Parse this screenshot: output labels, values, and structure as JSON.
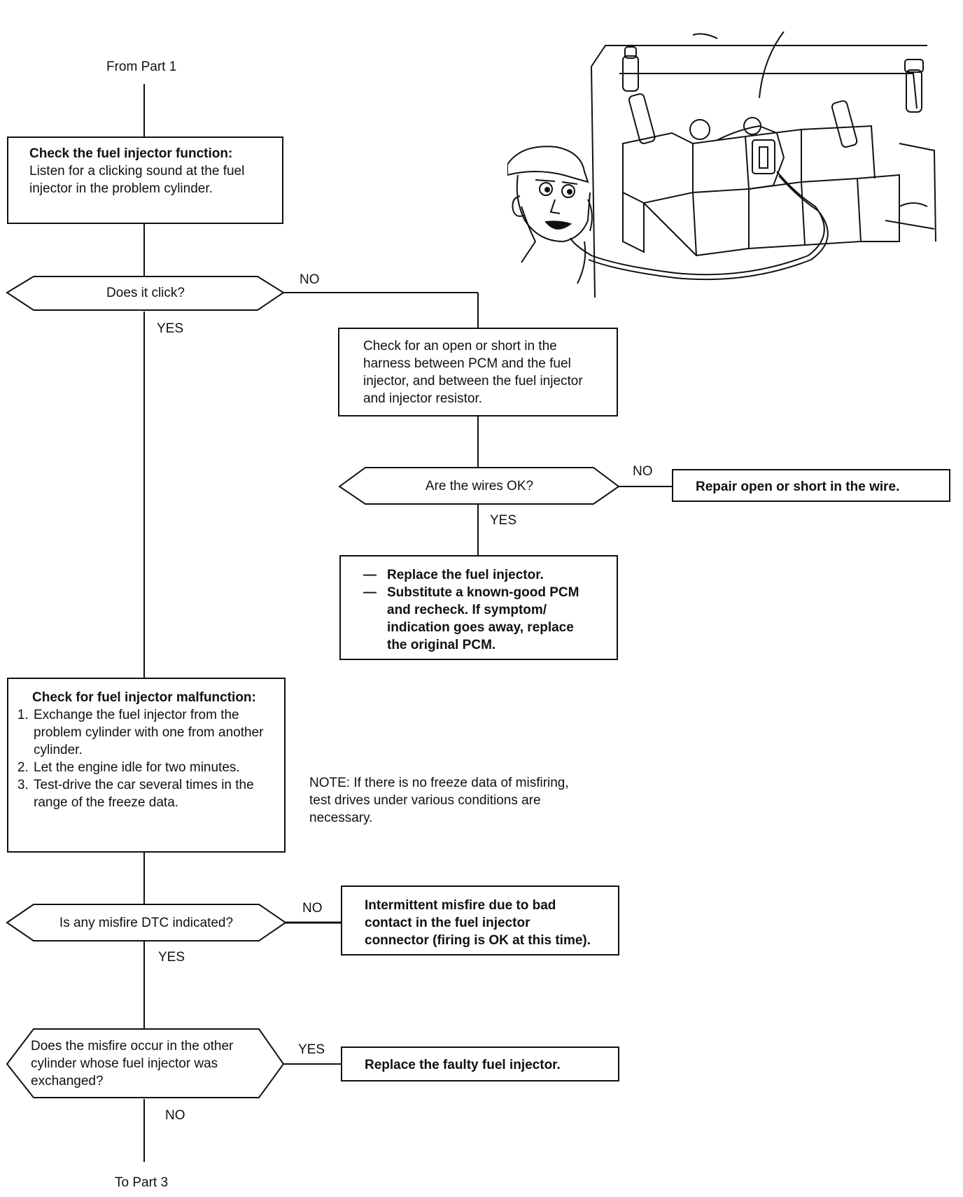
{
  "from_label": "From Part 1",
  "to_label": "To Part 3",
  "box_check_injector": {
    "title": "Check the fuel injector function:",
    "body": "Listen for a clicking sound at the fuel injector in the problem cylinder."
  },
  "q_click": "Does it click?",
  "q_click_no": "NO",
  "q_click_yes": "YES",
  "box_check_harness": "Check for an open or short in the harness between PCM and the fuel injector, and between the fuel injector and injector resistor.",
  "q_wires": "Are the wires OK?",
  "q_wires_no": "NO",
  "q_wires_yes": "YES",
  "box_repair": "Repair open or short in the wire.",
  "box_replace": {
    "items": [
      "Replace the fuel injector.",
      "Substitute a known-good PCM and recheck. If symptom/ indication goes away, replace the original PCM."
    ]
  },
  "box_malfunction": {
    "title": "Check for fuel injector malfunction:",
    "steps": [
      "Exchange the fuel injector from the problem cylinder with one from another cylinder.",
      "Let the engine idle for two minutes.",
      "Test-drive the car several times in the range of the freeze data."
    ]
  },
  "note": "NOTE: If there is no freeze data of misfiring, test drives under various conditions are necessary.",
  "q_dtc": "Is any misfire DTC indicated?",
  "q_dtc_no": "NO",
  "q_dtc_yes": "YES",
  "box_intermittent": "Intermittent misfire due to bad contact in the fuel injector connector (firing is OK at this time).",
  "q_other": "Does the misfire occur in the other cylinder whose fuel injector was exchanged?",
  "q_other_yes": "YES",
  "q_other_no": "NO",
  "box_faulty": "Replace the faulty fuel injector."
}
